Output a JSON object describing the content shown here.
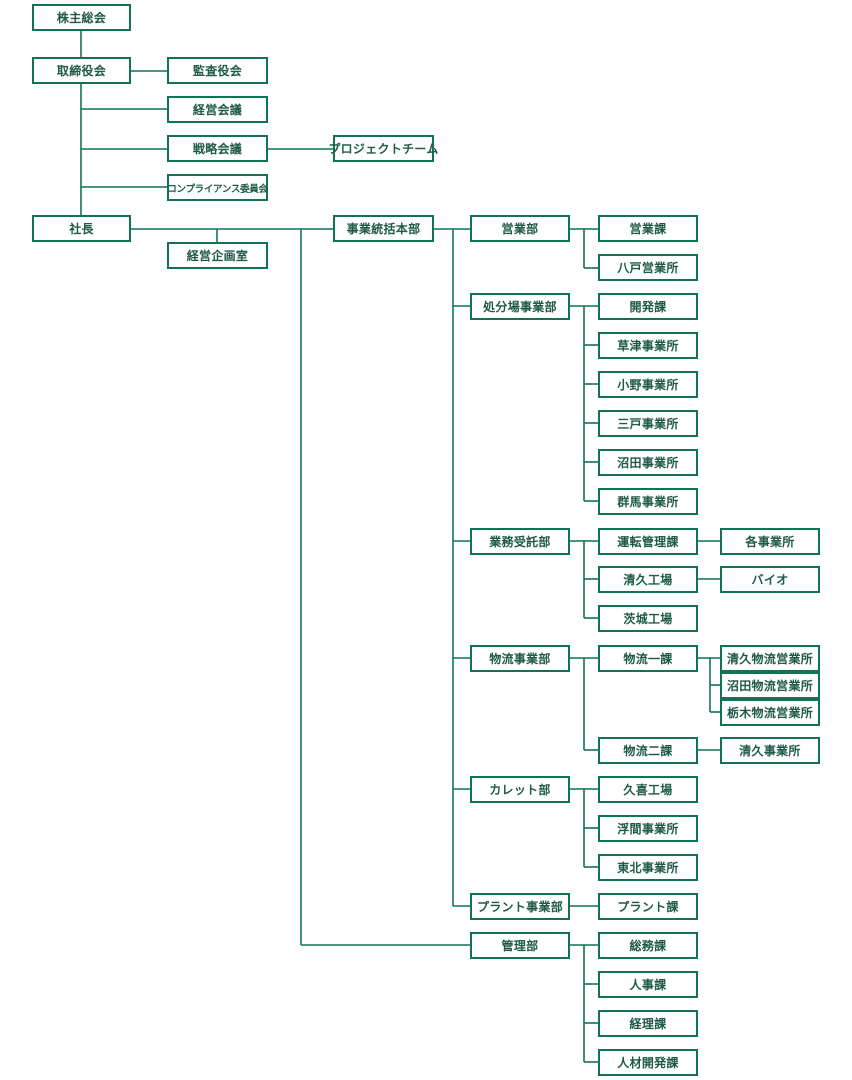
{
  "org": {
    "shareholders": "株主総会",
    "board": "取締役会",
    "auditors": "監査役会",
    "mgmt_meeting": "経営会議",
    "strategy_meeting": "戦略会議",
    "project_team": "プロジェクトチーム",
    "compliance": "コンプライアンス委員会",
    "president": "社長",
    "planning_office": "経営企画室",
    "hq": "事業統括本部",
    "sales_dept": "営業部",
    "sales_sec": "営業課",
    "hachinohe": "八戸営業所",
    "disposal_dept": "処分場事業部",
    "dev_sec": "開発課",
    "kusatsu": "草津事業所",
    "ono": "小野事業所",
    "sannohe": "三戸事業所",
    "numata": "沼田事業所",
    "gunma": "群馬事業所",
    "contract_dept": "業務受託部",
    "op_mgmt_sec": "運転管理課",
    "each_office": "各事業所",
    "kiyoku_factory": "清久工場",
    "bio": "バイオ",
    "ibaraki_factory": "茨城工場",
    "logistics_dept": "物流事業部",
    "logistics_1": "物流一課",
    "kiyoku_logi": "清久物流営業所",
    "numata_logi": "沼田物流営業所",
    "tochigi_logi": "栃木物流営業所",
    "logistics_2": "物流二課",
    "kiyoku_office": "清久事業所",
    "cullet_dept": "カレット部",
    "kuki_factory": "久喜工場",
    "fuma_office": "浮間事業所",
    "tohoku_office": "東北事業所",
    "plant_dept": "プラント事業部",
    "plant_sec": "プラント課",
    "admin_dept": "管理部",
    "general_affairs": "総務課",
    "hr": "人事課",
    "accounting": "経理課",
    "talent_dev": "人材開発課"
  },
  "colors": {
    "line": "#127353",
    "text": "#1e5a46"
  }
}
